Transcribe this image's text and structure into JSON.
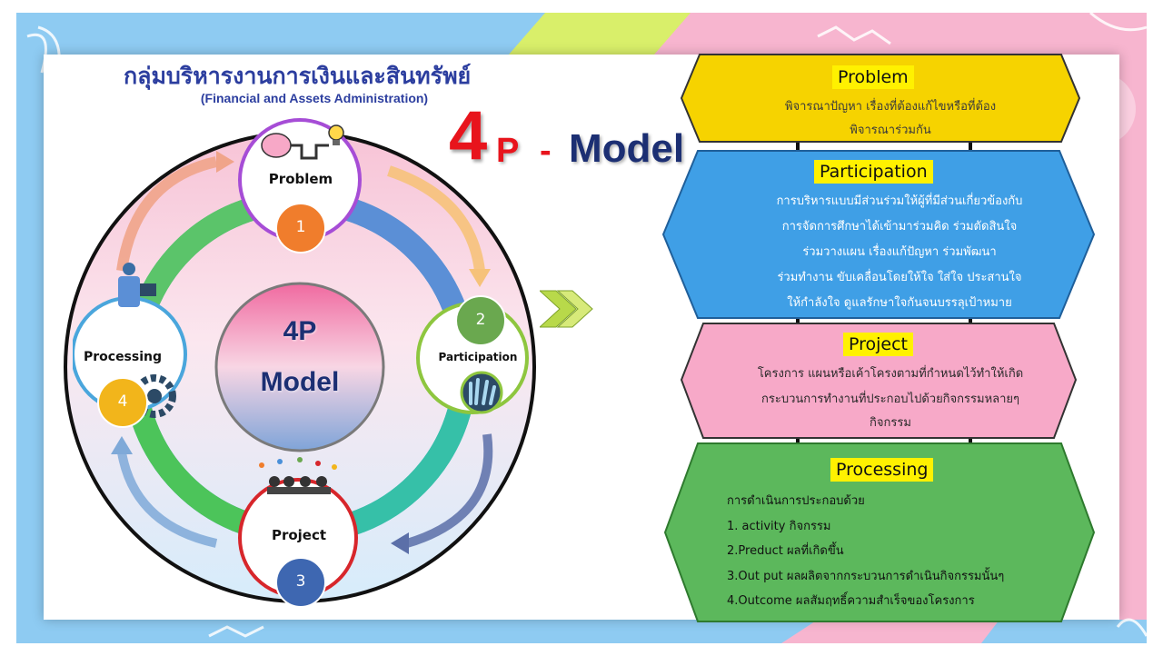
{
  "header": {
    "org_name_th": "กลุ่มบริหารงานการเงินและสินทรัพย์",
    "org_name_en": "(Financial and Assets Administration)"
  },
  "title": {
    "big_number": "4",
    "letter": "P",
    "dash": "-",
    "word": "Model"
  },
  "cycle": {
    "center": {
      "line1": "4P",
      "line2": "Model"
    },
    "nodes": [
      {
        "label": "Problem",
        "number": "1",
        "number_color": "#f07d2c",
        "ring_color": "#a64dd6",
        "icon": "brain-idea-icon"
      },
      {
        "label": "Participation",
        "number": "2",
        "number_color": "#6aa84f",
        "ring_color": "#8ec63f",
        "icon": "raised-hands-icon"
      },
      {
        "label": "Project",
        "number": "3",
        "number_color": "#3e67b1",
        "ring_color": "#d7262b",
        "icon": "team-meeting-icon"
      },
      {
        "label": "Processing",
        "number": "4",
        "number_color": "#f2b51b",
        "ring_color": "#4aa6dc",
        "icon": "gears-worker-icon"
      }
    ]
  },
  "cards": [
    {
      "title": "Problem",
      "fill": "#f6d300",
      "title_bg": "#fff100",
      "text_color": "#3b3b3b",
      "lines": [
        "พิจารณาปัญหา เรื่องที่ต้องแก้ไขหรือที่ต้อง",
        "พิจารณาร่วมกัน"
      ]
    },
    {
      "title": "Participation",
      "fill": "#3f9fe6",
      "title_bg": "#fff100",
      "text_color": "#ffffff",
      "lines": [
        "การบริหารแบบมีส่วนร่วมให้ผู้ที่มีส่วนเกี่ยวข้องกับ",
        "การจัดการศึกษาได้เข้ามาร่วมคิด ร่วมตัดสินใจ",
        "ร่วมวางแผน เรื่องแก้ปัญหา ร่วมพัฒนา",
        "ร่วมทำงาน ขับเคลื่อนโดยให้ใจ ใส่ใจ ประสานใจ",
        "ให้กำลังใจ ดูแลรักษาใจกันจนบรรลุเป้าหมาย"
      ]
    },
    {
      "title": "Project",
      "fill": "#f7a9c8",
      "title_bg": "#fff100",
      "text_color": "#2a2a2a",
      "lines": [
        "โครงการ แผนหรือเค้าโครงตามที่กำหนดไว้ทำให้เกิด",
        "กระบวนการทำงานที่ประกอบไปด้วยกิจกรรมหลายๆ",
        "กิจกรรม"
      ]
    },
    {
      "title": "Processing",
      "fill": "#5cb85c",
      "title_bg": "#fff100",
      "text_color": "#111111",
      "lines": [
        "การดำเนินการประกอบด้วย",
        "1. activity กิจกรรม",
        "2.Preduct ผลที่เกิดขึ้น",
        "3.Out put ผลผลิตจากกระบวนการดำเนินกิจกรรมนั้นๆ",
        "4.Outcome  ผลสัมฤทธิ์ความสำเร็จของโครงการ"
      ]
    }
  ],
  "colors": {
    "accent_red": "#e8141c",
    "navy": "#1c2f73",
    "ring_green": "#3fbf6a",
    "ring_blue": "#4a90d9",
    "frame_blue": "#8ecbf2",
    "frame_pink": "#f6b3cf"
  }
}
